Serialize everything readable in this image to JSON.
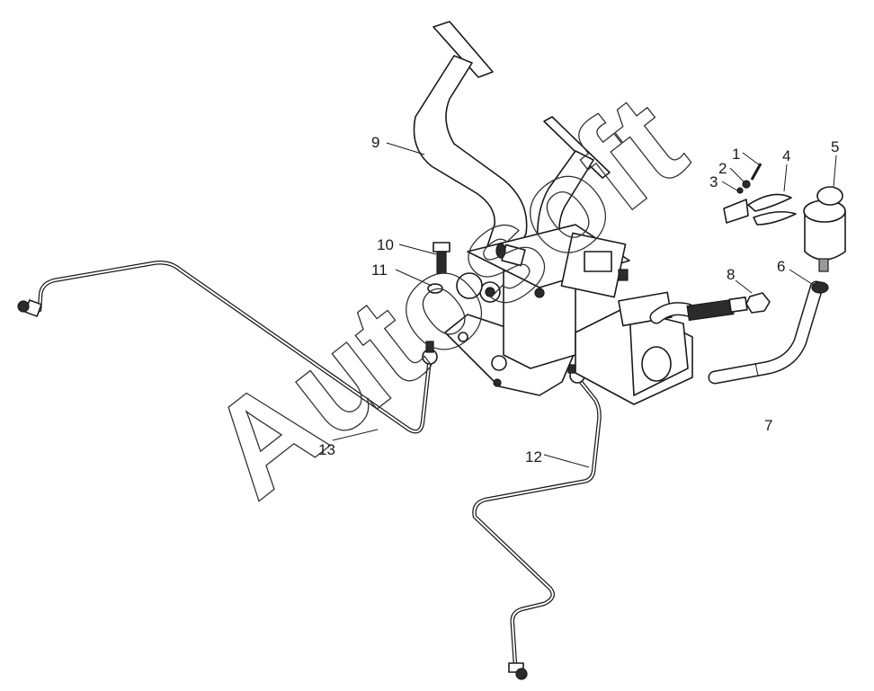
{
  "watermark": "Autosoft",
  "callouts": [
    {
      "id": "1",
      "label": "1"
    },
    {
      "id": "2",
      "label": "2"
    },
    {
      "id": "3",
      "label": "3"
    },
    {
      "id": "4",
      "label": "4"
    },
    {
      "id": "5",
      "label": "5"
    },
    {
      "id": "6",
      "label": "6"
    },
    {
      "id": "7",
      "label": "7"
    },
    {
      "id": "8",
      "label": "8"
    },
    {
      "id": "9",
      "label": "9"
    },
    {
      "id": "10",
      "label": "10"
    },
    {
      "id": "11",
      "label": "11"
    },
    {
      "id": "12",
      "label": "12"
    },
    {
      "id": "13",
      "label": "13"
    }
  ]
}
